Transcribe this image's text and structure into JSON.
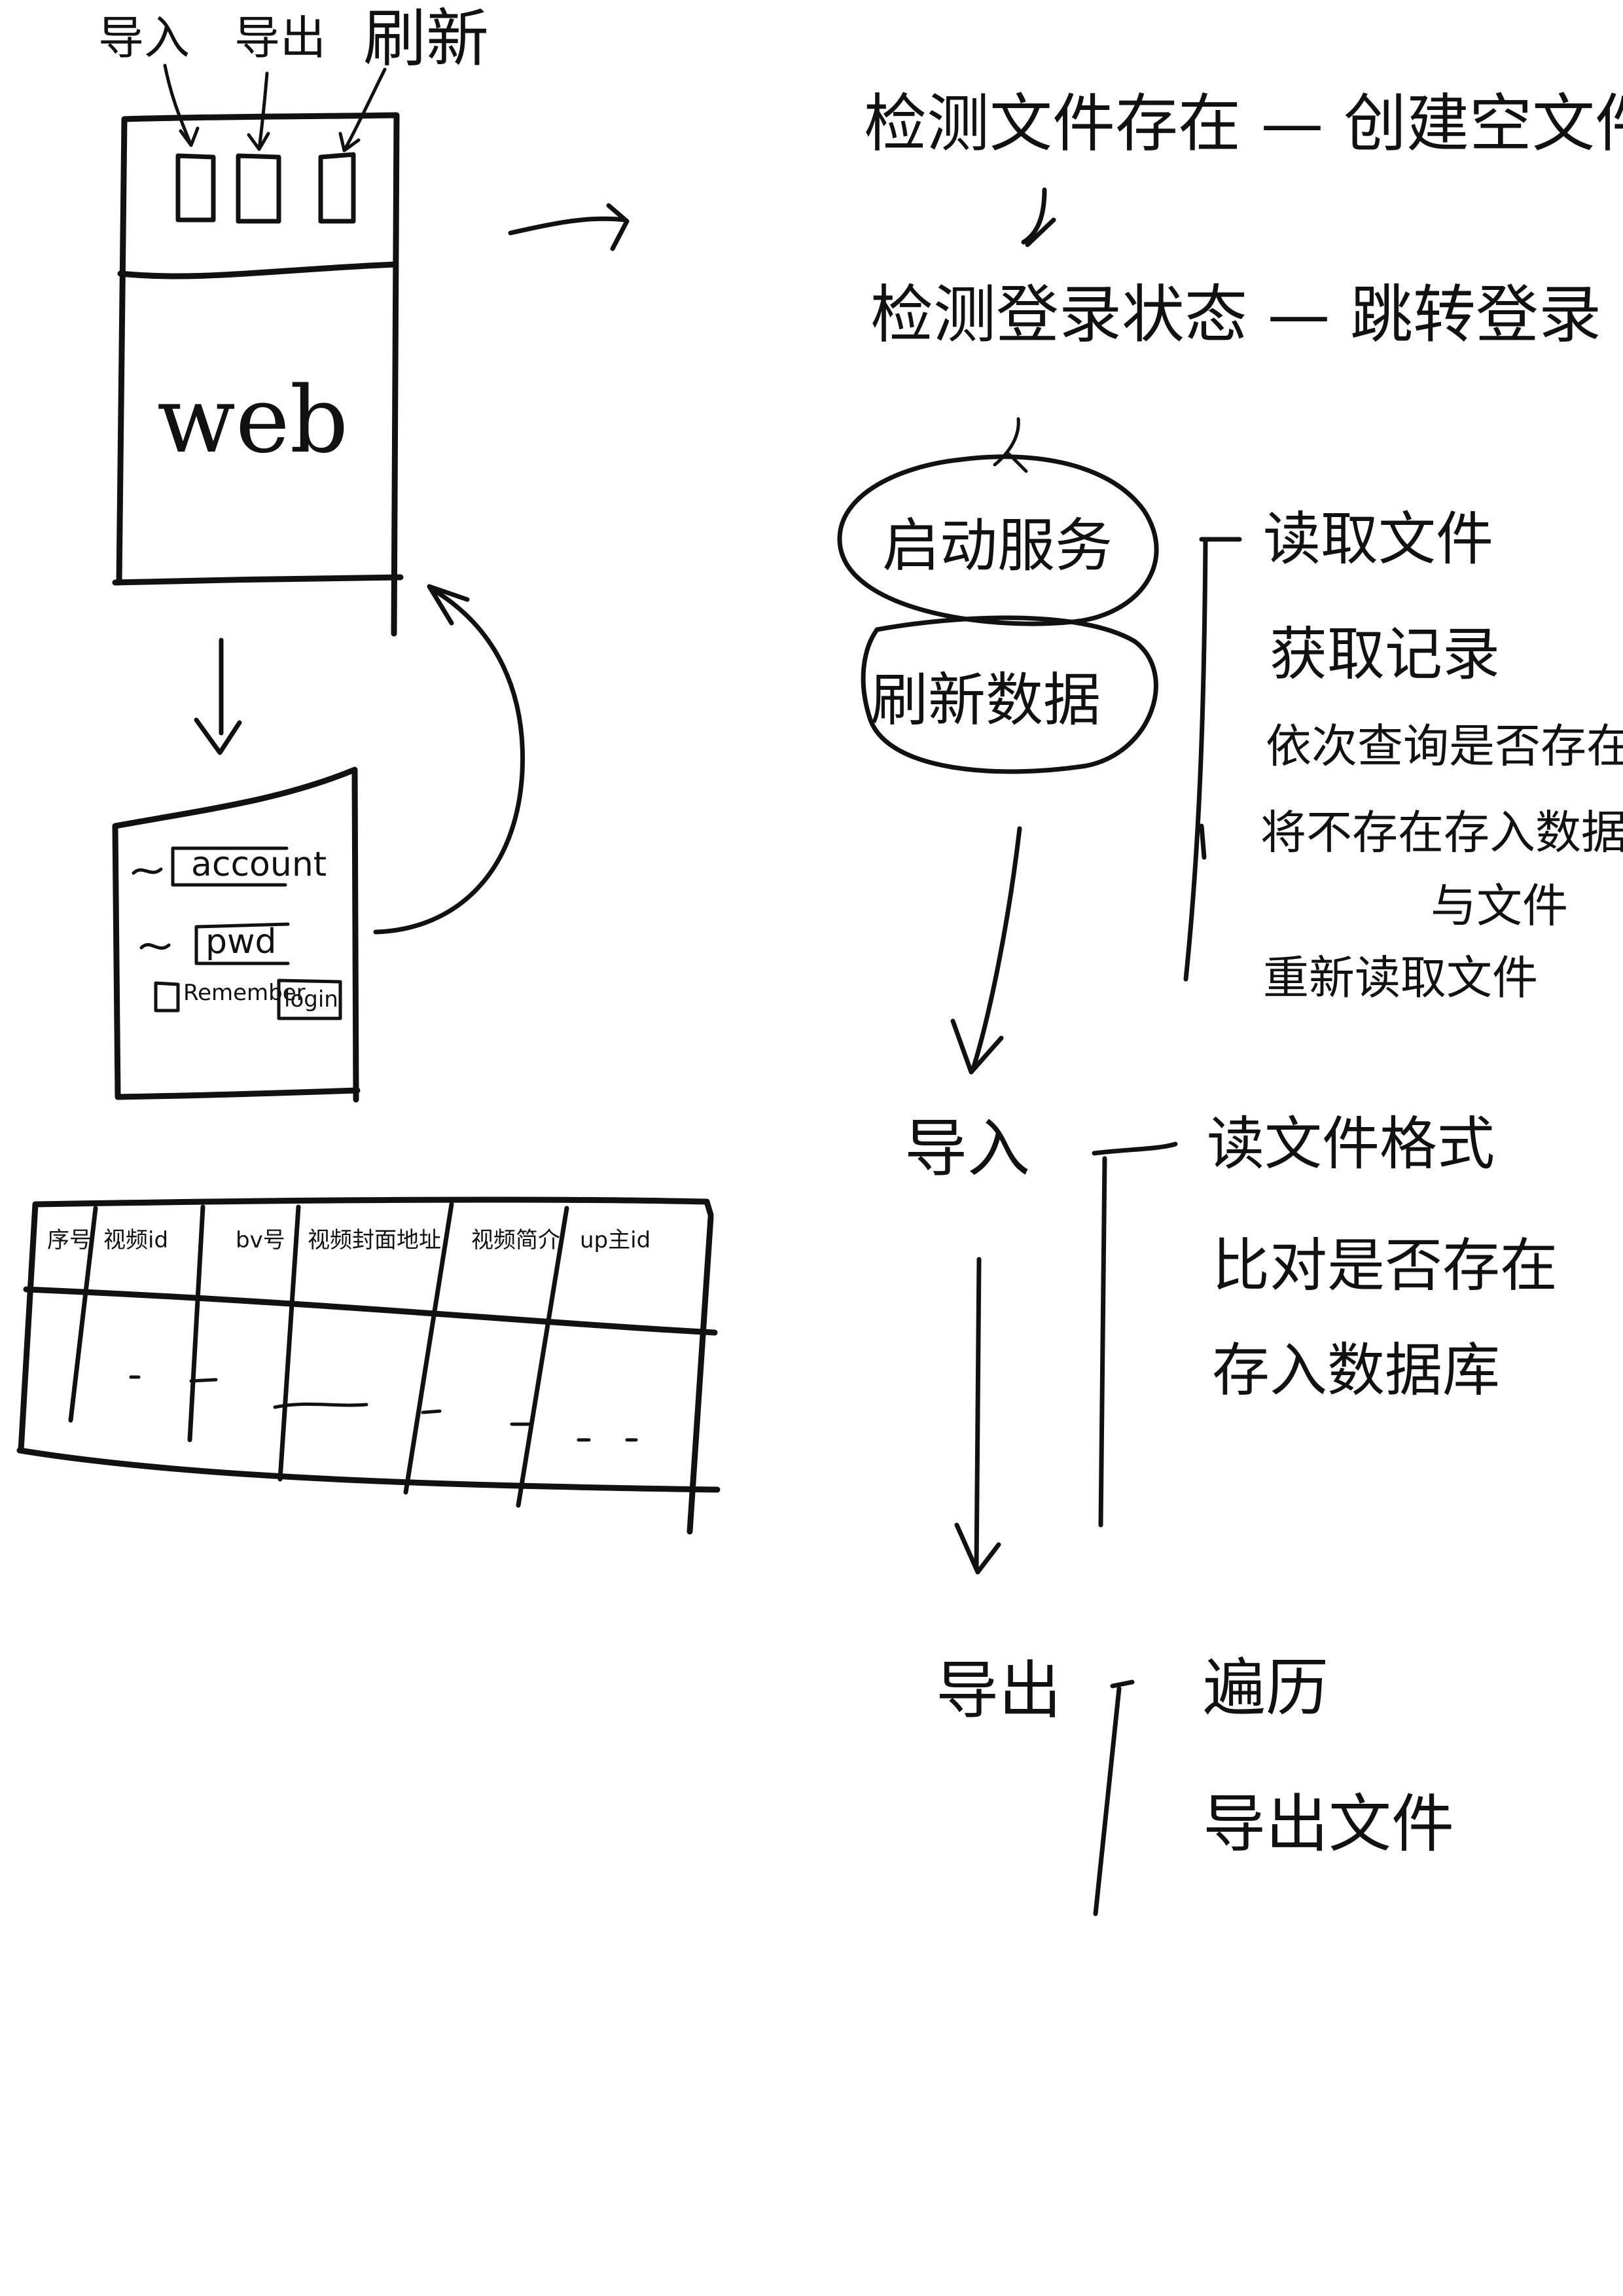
{
  "toolbar": {
    "import": "导入",
    "export": "导出",
    "refresh": "刷新"
  },
  "mockup": {
    "web_label": "web"
  },
  "login_form": {
    "account": "account",
    "pwd": "pwd",
    "remember": "Remember",
    "login": "login"
  },
  "table": {
    "headers": [
      "序号",
      "视频id",
      "bv号",
      "视频封面地址",
      "视频简介",
      "up主id"
    ]
  },
  "flow": {
    "step1": "检测文件存在 — 创建空文件",
    "step2": "检测登录状态 — 跳转登录",
    "start_service": "启动服务",
    "refresh_data": "刷新数据",
    "refresh_notes": [
      "读取文件",
      "获取记录",
      "依次查询是否存在",
      "将不存在存入数据库",
      "与文件",
      "重新读取文件"
    ],
    "import": "导入",
    "import_notes": [
      "读文件格式",
      "比对是否存在",
      "存入数据库"
    ],
    "export": "导出",
    "export_notes": [
      "遍历",
      "导出文件"
    ]
  }
}
